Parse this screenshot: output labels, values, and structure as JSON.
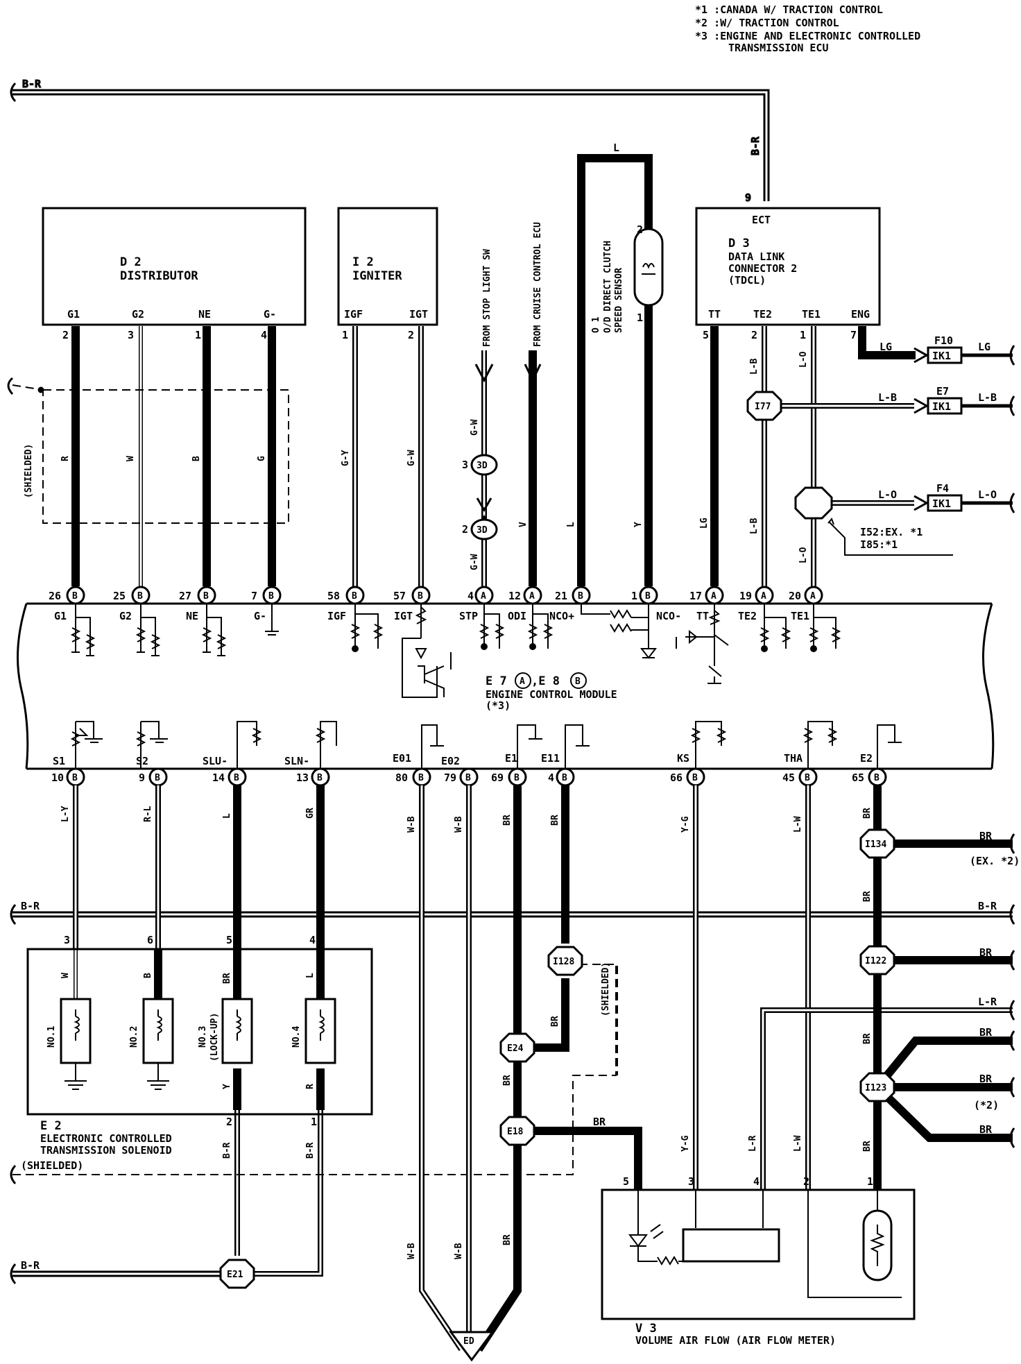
{
  "notes": [
    "*1 :CANADA W/ TRACTION CONTROL",
    "*2 :W/ TRACTION CONTROL",
    "*3 :ENGINE AND ELECTRONIC CONTROLLED",
    "TRANSMISSION ECU"
  ],
  "bus": {
    "top": "B-R",
    "mid": "B-R",
    "bottom": "B-R",
    "right_mid": "B-R"
  },
  "shielded": {
    "left": "(SHIELDED)",
    "mid": "(SHIELDED)",
    "bottom": "(SHIELDED)"
  },
  "distributor": {
    "id": "D 2",
    "name": "DISTRIBUTOR",
    "pins": [
      {
        "label": "G1",
        "num": "2",
        "wire": "R",
        "ecu_pin": "26",
        "conn": "B"
      },
      {
        "label": "G2",
        "num": "3",
        "wire": "W",
        "ecu_pin": "25",
        "conn": "B"
      },
      {
        "label": "NE",
        "num": "1",
        "wire": "B",
        "ecu_pin": "27",
        "conn": "B"
      },
      {
        "label": "G-",
        "num": "4",
        "wire": "G",
        "ecu_pin": "7",
        "conn": "B"
      }
    ]
  },
  "igniter": {
    "id": "I 2",
    "name": "IGNITER",
    "pins": [
      {
        "label": "IGF",
        "num": "1",
        "wire": "G-Y",
        "ecu_pin": "58",
        "conn": "B"
      },
      {
        "label": "IGT",
        "num": "2",
        "wire": "G-W",
        "ecu_pin": "57",
        "conn": "B"
      }
    ]
  },
  "stop_light": {
    "text": "FROM STOP LIGHT SW",
    "wire": "G-W",
    "wire2": "G-W",
    "j1_num": "3",
    "j1": "3D",
    "j2_num": "2",
    "j2": "3D",
    "ecu_pin": "4",
    "conn": "A"
  },
  "cruise": {
    "text": "FROM CRUISE CONTROL ECU",
    "wire": "V",
    "ecu_pin": "12",
    "conn": "A"
  },
  "od_sensor": {
    "id": "O 1",
    "line1": "O/D DIRECT CLUTCH",
    "line2": "SPEED SENSOR",
    "top_wire": "L",
    "pin_top": "2",
    "pin_bottom": "1",
    "wire_left": "L",
    "wire_right": "Y",
    "ecu_pin_left": "21",
    "ecu_pin_right": "1",
    "conn": "B"
  },
  "dlc": {
    "id": "D 3",
    "line1": "DATA LINK",
    "line2": "CONNECTOR 2",
    "line3": "(TDCL)",
    "ect": "ECT",
    "ect_pin": "9",
    "ect_wire": "B-R",
    "pins": [
      {
        "label": "TT",
        "num": "5",
        "wire": "LG",
        "ecu_pin": "17",
        "conn": "A"
      },
      {
        "label": "TE2",
        "num": "2",
        "wire": "L-B",
        "wire_low": "L-B",
        "ecu_pin": "19",
        "conn": "A"
      },
      {
        "label": "TE1",
        "num": "1",
        "wire": "L-O",
        "wire_low": "L-O",
        "ecu_pin": "20",
        "conn": "A"
      },
      {
        "label": "ENG",
        "num": "7"
      }
    ]
  },
  "right_conns": [
    {
      "id": "F10",
      "plug": "IK1",
      "wire_in": "LG",
      "wire_out": "LG"
    },
    {
      "id": "E7",
      "plug": "IK1",
      "wire_in": "L-B",
      "wire_out": "L-B"
    },
    {
      "id": "F4",
      "plug": "IK1",
      "wire_in": "L-O",
      "wire_out": "L-O"
    }
  ],
  "junctions": {
    "i77": "I77",
    "i52_note1": "I52:EX. *1",
    "i52_note2": "I85:*1",
    "i128": "I128",
    "e24": "E24",
    "e18": "E18",
    "e21": "E21",
    "i134": "I134",
    "i122": "I122",
    "i123": "I123",
    "ed": "ED"
  },
  "ecu": {
    "line1": "E 7",
    "conn_a": "A",
    "line1b": ",E 8",
    "conn_b": "B",
    "line2": "ENGINE CONTROL MODULE",
    "line3": "(*3)",
    "top_labels": [
      "G1",
      "G2",
      "NE",
      "G-",
      "IGF",
      "IGT",
      "STP",
      "ODI",
      "NCO+",
      "NCO-",
      "TT",
      "TE2",
      "TE1"
    ],
    "bottom_labels": [
      "S1",
      "S2",
      "SLU-",
      "SLN-",
      "E01",
      "E02",
      "E1",
      "E11",
      "KS",
      "THA",
      "E2"
    ]
  },
  "bottom_pins": [
    {
      "label": "S1",
      "num": "10",
      "conn": "B",
      "wire": "L-Y"
    },
    {
      "label": "S2",
      "num": "9",
      "conn": "B",
      "wire": "R-L"
    },
    {
      "label": "SLU-",
      "num": "14",
      "conn": "B",
      "wire": "L"
    },
    {
      "label": "SLN-",
      "num": "13",
      "conn": "B",
      "wire": "GR"
    },
    {
      "label": "E01",
      "num": "80",
      "conn": "B",
      "wire": "W-B"
    },
    {
      "label": "E02",
      "num": "79",
      "conn": "B",
      "wire": "W-B"
    },
    {
      "label": "E1",
      "num": "69",
      "conn": "B",
      "wire": "BR"
    },
    {
      "label": "E11",
      "num": "4",
      "conn": "B",
      "wire": "BR"
    },
    {
      "label": "KS",
      "num": "66",
      "conn": "B",
      "wire": "Y-G"
    },
    {
      "label": "THA",
      "num": "45",
      "conn": "B",
      "wire": "L-W"
    },
    {
      "label": "E2",
      "num": "65",
      "conn": "B",
      "wire": "BR"
    }
  ],
  "solenoid": {
    "id": "E 2",
    "line1": "ELECTRONIC CONTROLLED",
    "line2": "TRANSMISSION SOLENOID",
    "pins": [
      {
        "num": "3",
        "wire": "W",
        "name": "NO.1"
      },
      {
        "num": "6",
        "wire": "B",
        "name": "NO.2"
      },
      {
        "num": "5",
        "wire": "BR",
        "name": "NO.3",
        "name2": "(LOCK-UP)",
        "wire_low": "Y",
        "low_num": "2",
        "low_wire": "B-R"
      },
      {
        "num": "4",
        "wire": "L",
        "name": "NO.4",
        "wire_low": "R",
        "low_num": "1",
        "low_wire": "B-R"
      }
    ]
  },
  "afm": {
    "id": "V 3",
    "name": "VOLUME AIR FLOW (AIR FLOW METER)",
    "pins": [
      {
        "num": "5",
        "wire": "BR"
      },
      {
        "num": "3",
        "wire": "Y-G"
      },
      {
        "num": "4",
        "wire": "L-R"
      },
      {
        "num": "2",
        "wire": "L-W"
      },
      {
        "num": "1",
        "wire": "BR"
      }
    ]
  },
  "right_wires": {
    "i134_out": "BR",
    "i134_note": "(EX. *2)",
    "i122_out": "BR",
    "lr": "L-R",
    "i123_a": "BR",
    "i123_b": "BR",
    "i123_note": "(*2)",
    "i123_c": "BR",
    "e2_wire_a": "BR",
    "e2_wire_b": "BR",
    "e2_wire_c": "BR",
    "e2_wire_d": "BR",
    "e24_wire": "BR",
    "e24_wire_b": "BR",
    "e18_wire": "BR",
    "ed_br": "BR",
    "ed_wb1": "W-B",
    "ed_wb2": "W-B"
  }
}
